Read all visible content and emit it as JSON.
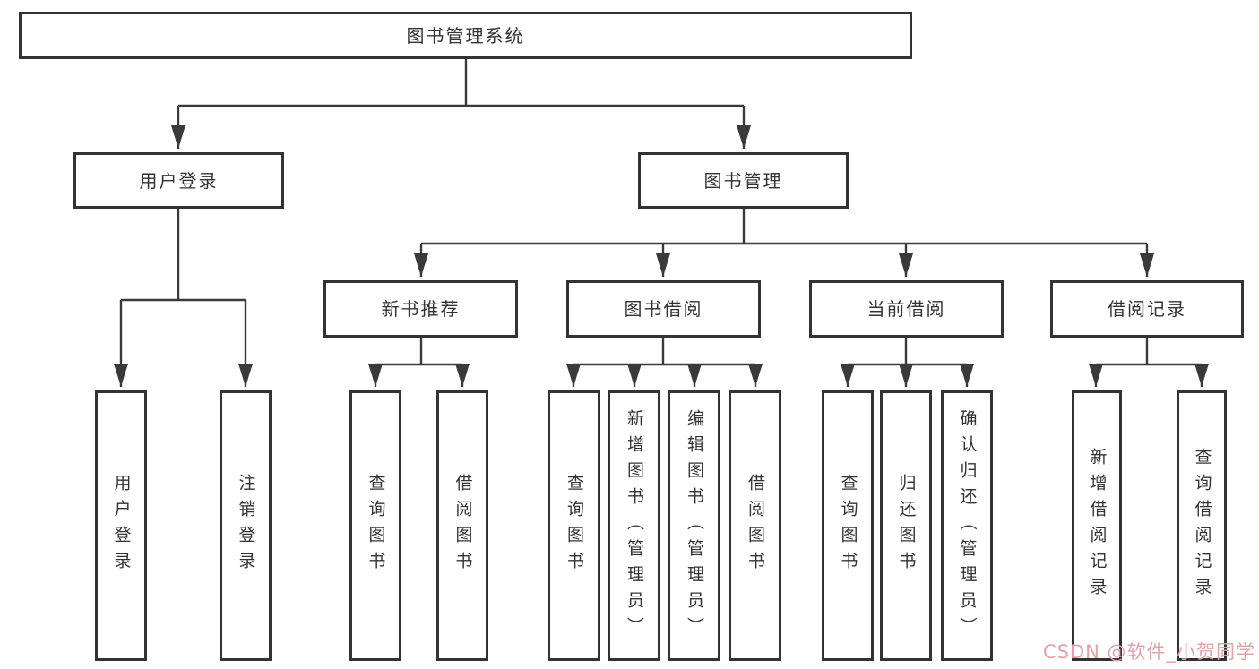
{
  "diagram": {
    "title": "图书管理系统",
    "root": "图书管理系统",
    "level2": {
      "user_login": "用户登录",
      "book_mgmt": "图书管理"
    },
    "level3": {
      "new_book": "新书推荐",
      "book_borrow": "图书借阅",
      "current_borrow": "当前借阅",
      "borrow_record": "借阅记录"
    },
    "leaves": {
      "user_login": "用户登录",
      "logout": "注销登录",
      "nb_query": "查询图书",
      "nb_borrow": "借阅图书",
      "bb_query": "查询图书",
      "bb_add": "新增图书（管理员）",
      "bb_edit": "编辑图书（管理员）",
      "bb_borrow": "借阅图书",
      "cb_query": "查询图书",
      "cb_return": "归还图书",
      "cb_confirm": "确认归还（管理员）",
      "br_add": "新增借阅记录",
      "br_query": "查询借阅记录"
    }
  },
  "watermark": {
    "text": "CSDN @软件_小贺同学",
    "color": "#e2a3a8"
  },
  "colors": {
    "line": "#3a3a3a",
    "box_border": "#333333",
    "text": "#333333",
    "background": "#ffffff"
  }
}
